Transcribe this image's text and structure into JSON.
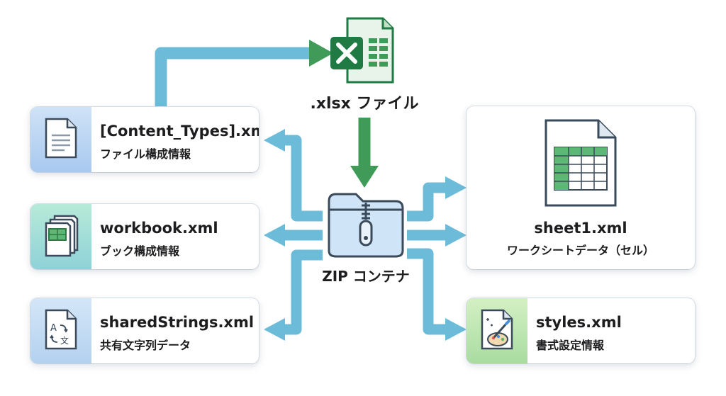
{
  "xlsx": {
    "label": ".xlsx ファイル",
    "icon": "excel-file-icon"
  },
  "zip": {
    "label": "ZIP コンテナ",
    "icon": "zip-folder-icon"
  },
  "cards": {
    "content_types": {
      "title": "[Content_Types].xml",
      "subtitle": "ファイル構成情報",
      "icon": "document-icon"
    },
    "workbook": {
      "title": "workbook.xml",
      "subtitle": "ブック構成情報",
      "icon": "stacked-sheets-icon"
    },
    "shared_strings": {
      "title": "sharedStrings.xml",
      "subtitle": "共有文字列データ",
      "icon": "translate-document-icon"
    },
    "sheet1": {
      "title": "sheet1.xml",
      "subtitle": "ワークシートデータ（セル）",
      "icon": "spreadsheet-icon"
    },
    "styles": {
      "title": "styles.xml",
      "subtitle": "書式設定情報",
      "icon": "paint-palette-icon"
    }
  },
  "colors": {
    "arrow_blue": "#5aaed6",
    "arrow_green": "#3f9b57",
    "excel_green": "#1f7a44"
  }
}
